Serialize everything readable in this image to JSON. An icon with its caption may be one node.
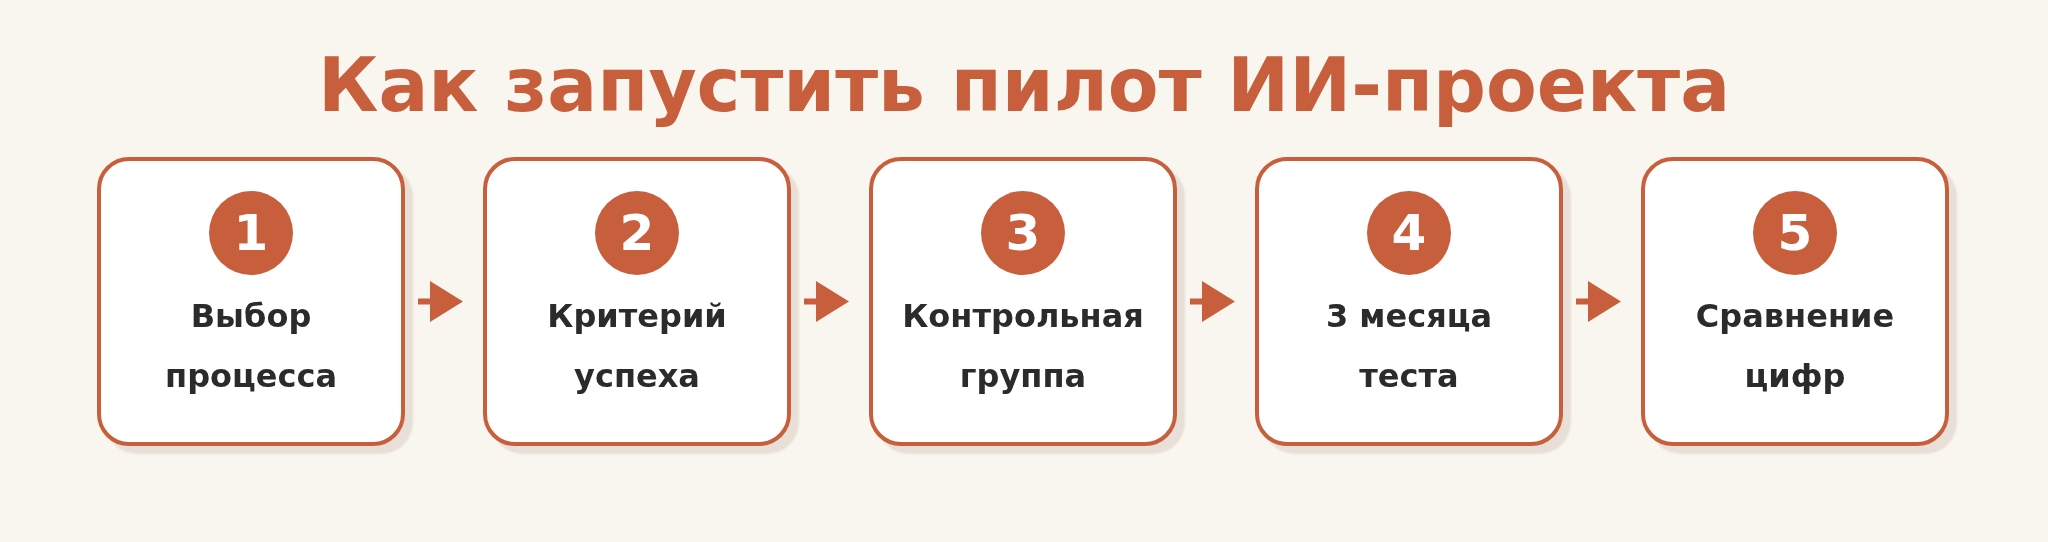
{
  "diagram": {
    "title": "Как запустить пилот ИИ-проекта",
    "nodes": [
      {
        "text": [
          "Выбор процесса"
        ]
      },
      {
        "text": [
          "1"
        ],
        "in": 0
      },
      {
        "text": [
          "Критерий успеха"
        ]
      },
      {
        "text": [
          "2"
        ],
        "in": 2
      },
      {
        "text": [
          "Контрольная группа"
        ]
      },
      {
        "text": [
          "3"
        ],
        "in": 4
      },
      {
        "text": [
          "3 месяца теста"
        ]
      },
      {
        "text": [
          "4"
        ],
        "in": 6
      },
      {
        "text": [
          "Сравнение цифр"
        ]
      },
      {
        "text": [
          "5"
        ],
        "in": 8
      }
    ],
    "edges": [
      {
        "from": 0,
        "to": 2,
        "arrow": "to"
      },
      {
        "from": 2,
        "to": 4,
        "arrow": "to"
      },
      {
        "from": 4,
        "to": 6,
        "arrow": "to"
      },
      {
        "from": 6,
        "to": 8,
        "arrow": "to"
      }
    ]
  }
}
